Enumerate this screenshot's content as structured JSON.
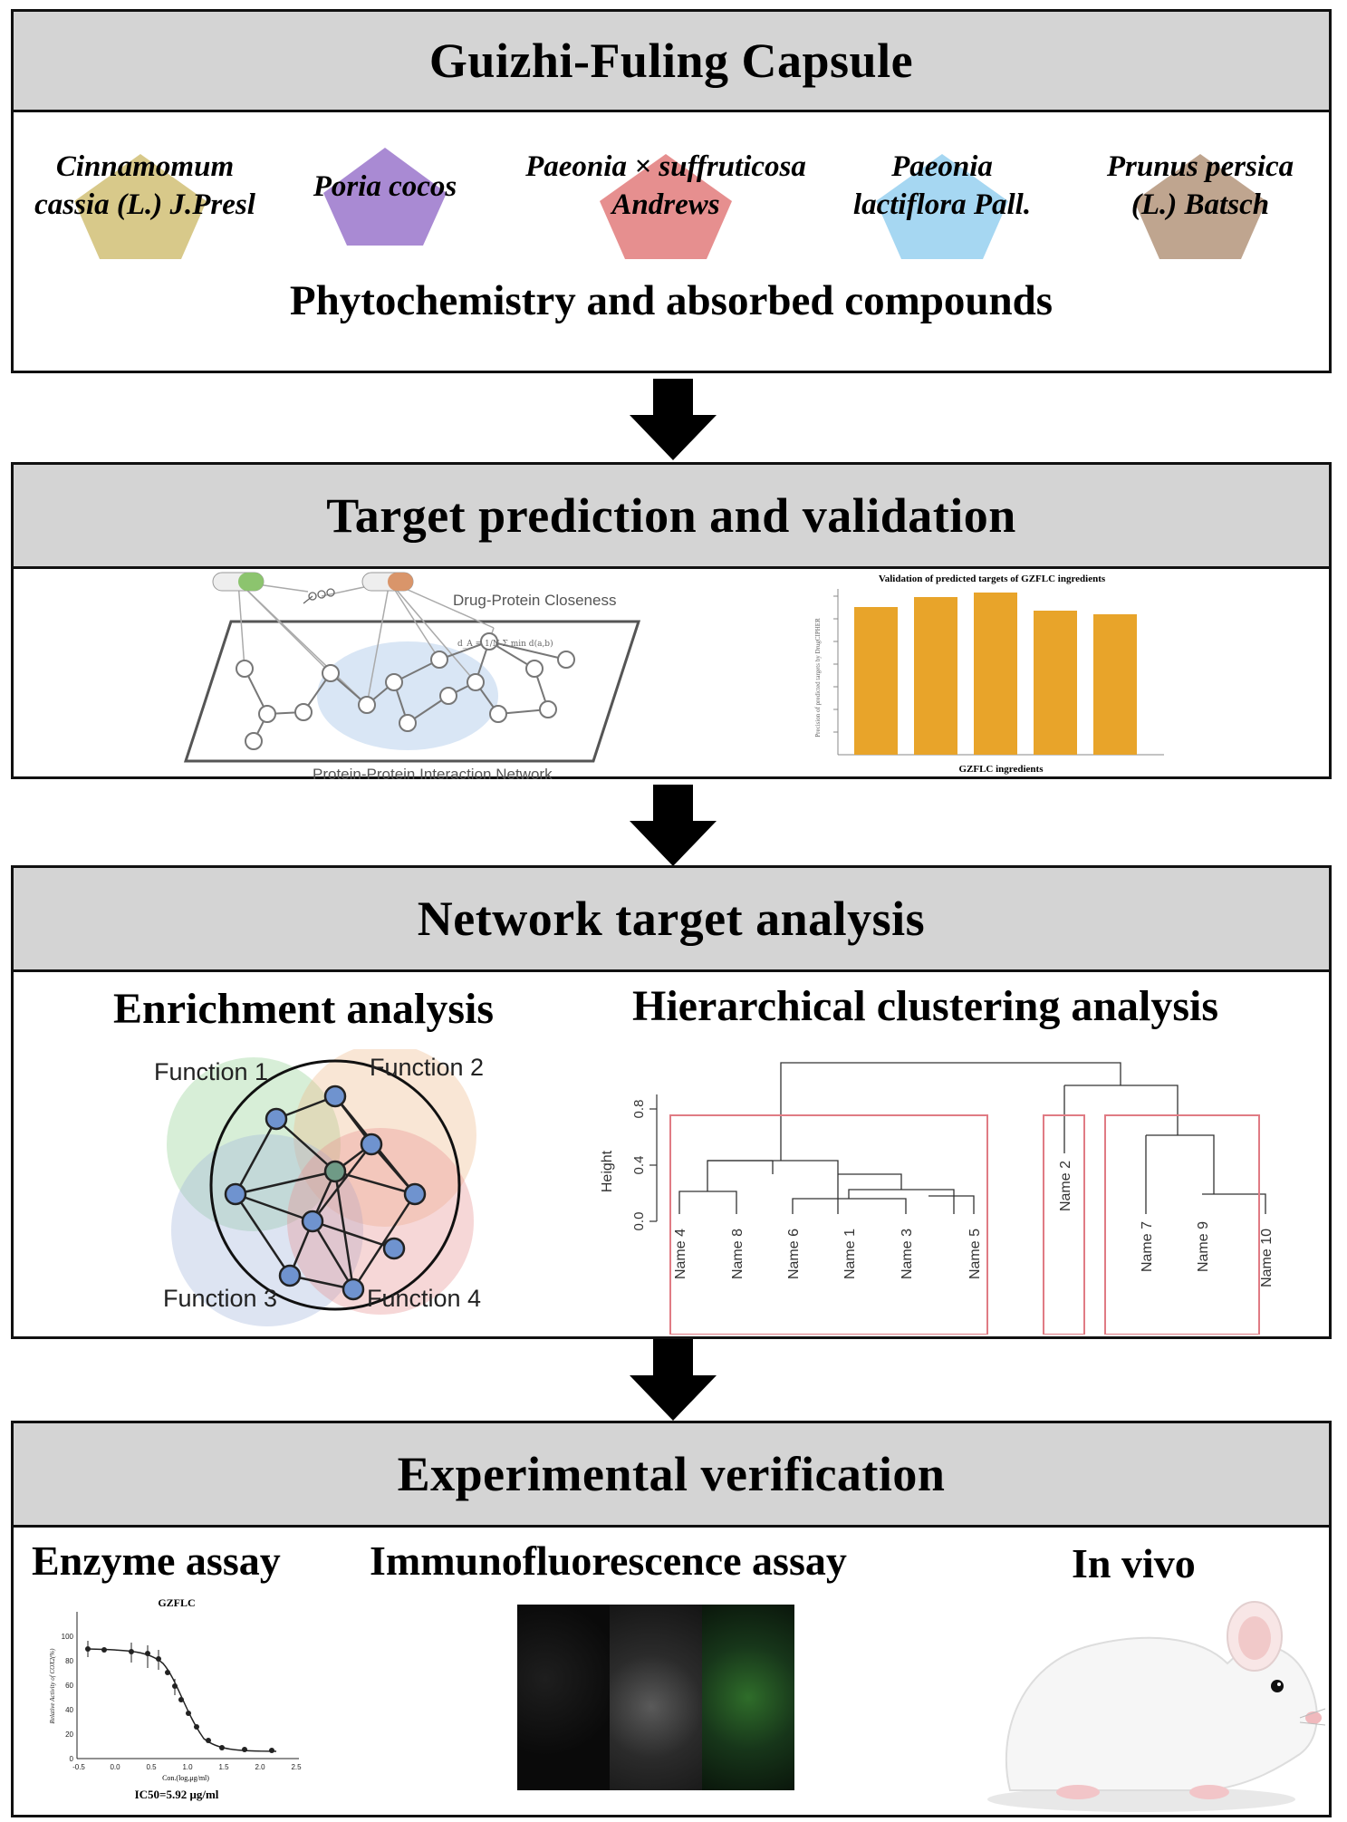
{
  "panel1": {
    "title": "Guizhi-Fuling Capsule",
    "herbs": [
      {
        "line1": "Cinnamomum",
        "line2": "cassia (L.) J.Presl",
        "color": "#d8c98a"
      },
      {
        "line1": "Poria cocos",
        "line2": "",
        "color": "#a98ad3"
      },
      {
        "line1": "Paeonia × suffruticosa",
        "line2": "Andrews",
        "color": "#e68f8f"
      },
      {
        "line1": "Paeonia",
        "line2": "lactiflora  Pall.",
        "color": "#a6d7f2"
      },
      {
        "line1": "Prunus persica",
        "line2": "(L.) Batsch",
        "color": "#bfa58f"
      }
    ],
    "subtitle": "Phytochemistry and absorbed compounds"
  },
  "panel2": {
    "title": "Target prediction and validation",
    "network_label_top": "Drug-Protein Closeness",
    "network_label_bottom": "Protein-Protein Interaction Network",
    "bar_chart_title": "Validation of predicted targets of GZFLC ingredients",
    "bar_chart_xlabel": "GZFLC ingredients",
    "bar_color": "#e8a42a"
  },
  "panel3": {
    "title": "Network target analysis",
    "enrichment_title": "Enrichment analysis",
    "functions": [
      "Function 1",
      "Function 2",
      "Function 3",
      "Function 4"
    ],
    "function_colors": [
      "#8fd08f",
      "#f0b88a",
      "#9fb3dc",
      "#e88f8f"
    ],
    "clustering_title": "Hierarchical clustering analysis",
    "dendro_ylabel": "Height",
    "dendro_ticks": [
      "0.0",
      "0.4",
      "0.8"
    ],
    "dendro_leaves": [
      "Name 4",
      "Name 8",
      "Name 6",
      "Name 1",
      "Name 3",
      "Name 5",
      "Name 2",
      "Name 7",
      "Name 9",
      "Name 10"
    ]
  },
  "panel4": {
    "title": "Experimental verification",
    "enzyme_title": "Enzyme assay",
    "enzyme_chart_title": "GZFLC",
    "enzyme_ylabel": "Relative Activity of COX2(%)",
    "enzyme_xlabel": "Con.(log,μg/ml)",
    "enzyme_ic50": "IC50=5.92 μg/ml",
    "enzyme_yticks": [
      "0",
      "20",
      "40",
      "60",
      "80",
      "100"
    ],
    "enzyme_xticks": [
      "-0.5",
      "0.0",
      "0.5",
      "1.0",
      "1.5",
      "2.0",
      "2.5"
    ],
    "immuno_title": "Immunofluorescence assay",
    "invivo_title": "In vivo"
  }
}
